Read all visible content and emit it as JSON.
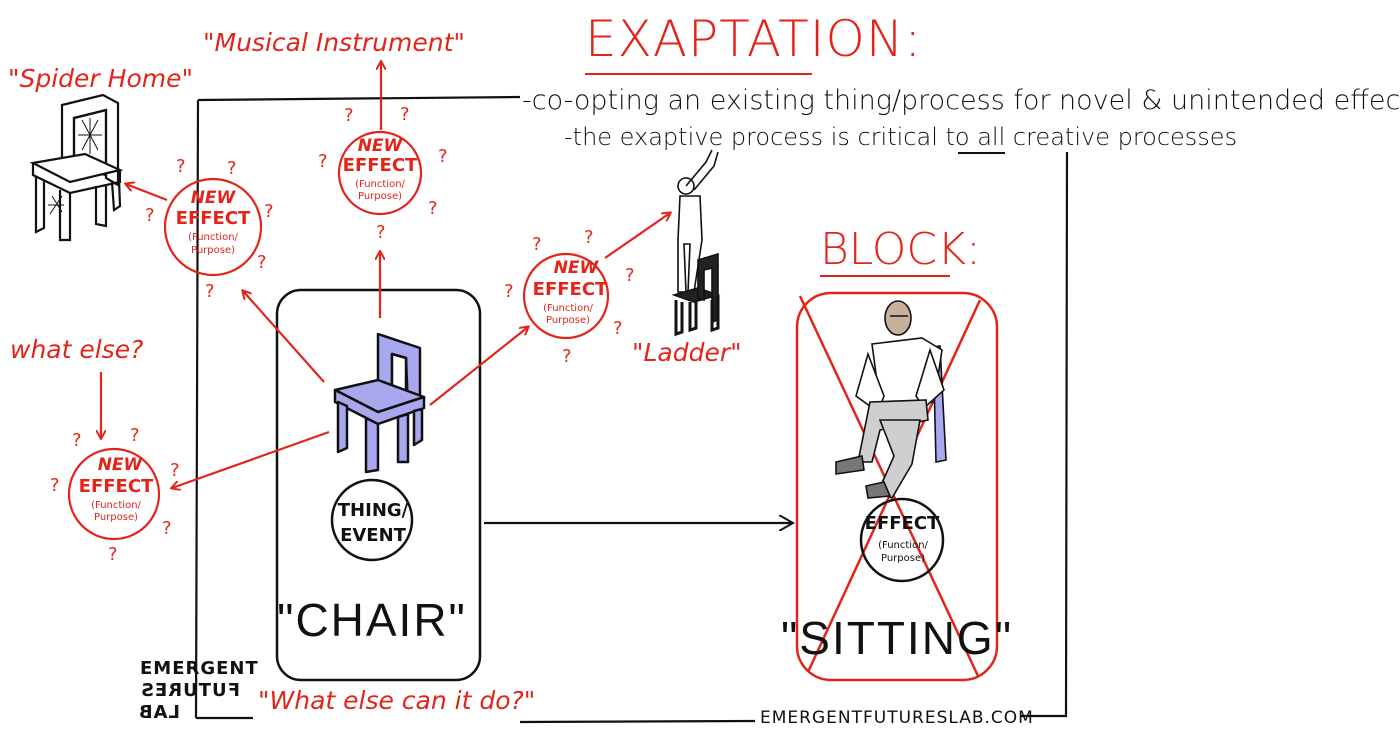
{
  "title": "EXAPTATION:",
  "bullets": [
    "-co-opting an existing thing/process for novel & unintended effects",
    "-the exaptive process is critical to all creative processes"
  ],
  "new_effect": {
    "line1": "NEW",
    "line2": "EFFECT",
    "line3": "(Function/",
    "line4": "Purpose)"
  },
  "labels": {
    "spider_home": "\"Spider Home\"",
    "musical_instrument": "\"Musical Instrument\"",
    "what_else": "what else?",
    "ladder": "\"Ladder\"",
    "what_else_can": "\"What else can it do?\""
  },
  "thing_event": {
    "line1": "THING/",
    "line2": "EVENT"
  },
  "chair_word": "\"CHAIR\"",
  "block": {
    "title": "BLOCK:",
    "effect_line1": "EFFECT",
    "effect_line2": "(Function/",
    "effect_line3": "Purpose)",
    "word": "\"SITTING\""
  },
  "logo": {
    "line1": "EMERGENT",
    "line2": "FUTURES",
    "line3": "LAB"
  },
  "url": "EMERGENTFUTURESLAB.COM",
  "question_mark": "?",
  "colors": {
    "red": "#e3241b",
    "black": "#111111",
    "chair_blue": "#a9a8ee"
  }
}
